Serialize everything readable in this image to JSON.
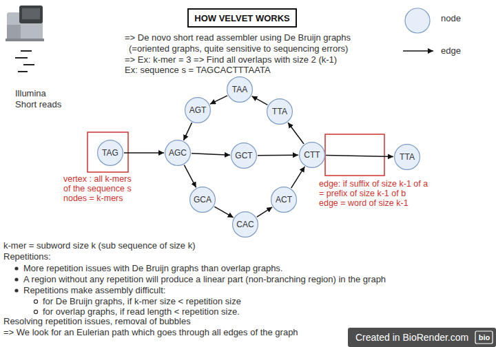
{
  "diagram": {
    "title": "HOW VELVET WORKS",
    "nodes": [
      {
        "text": [
          "TAA"
        ]
      },
      {
        "text": [
          "AGT"
        ]
      },
      {
        "text": [
          "TTA"
        ]
      },
      {
        "text": [
          "TAG"
        ]
      },
      {
        "text": [
          "AGC"
        ]
      },
      {
        "text": [
          "GCT"
        ]
      },
      {
        "text": [
          "CTT"
        ]
      },
      {
        "text": [
          "TTA"
        ]
      },
      {
        "text": [
          "GCA"
        ]
      },
      {
        "text": [
          "ACT"
        ]
      },
      {
        "text": [
          "CAC"
        ]
      }
    ],
    "edges": [
      {
        "from": 3,
        "to": 4,
        "arrow": "to"
      },
      {
        "from": 4,
        "to": 5,
        "arrow": "to"
      },
      {
        "from": 5,
        "to": 6,
        "arrow": "to"
      },
      {
        "from": 6,
        "to": 7,
        "arrow": "to"
      },
      {
        "from": 4,
        "to": 8,
        "arrow": "to"
      },
      {
        "from": 8,
        "to": 10,
        "arrow": "to"
      },
      {
        "from": 10,
        "to": 9,
        "arrow": "to"
      },
      {
        "from": 9,
        "to": 6,
        "arrow": "to"
      },
      {
        "from": 6,
        "to": 2,
        "arrow": "to"
      },
      {
        "from": 2,
        "to": 0,
        "arrow": "to"
      },
      {
        "from": 0,
        "to": 1,
        "arrow": "to"
      },
      {
        "from": 1,
        "to": 4,
        "arrow": "to"
      }
    ],
    "labels": [
      "=> De novo short read assembler using De Bruijn graphs",
      "(=oriented graphs, quite sensitive to sequencing errors)",
      "=> Ex: k-mer = 3 => Find all overlaps with size 2 (k-1)",
      "Ex: sequence s = TAGCACTTTAATA",
      "Illumina Short reads",
      "vertex : all k-mers of the sequence s",
      "nodes = k-mers",
      "edge: if suffix of size k-1 of a = prefix of size k-1 of b",
      "edge = word of size k-1",
      "k-mer = subword size k (sub sequence of size k)",
      "Repetitions:",
      "More repetition issues with De Bruijn graphs than overlap graphs.",
      "A region without any repetition will produce a linear part (non-branching region) in the graph",
      "Repetitions make assembly difficult:",
      "for De Bruijn graphs, if k-mer size < repetition size",
      "for overlap graphs, if read length < repetition size.",
      "Resolving repetition issues, removal of bubbles",
      "=> We look for an Eulerian path which goes through all edges of the graph",
      "Created in BioRender.com",
      "bio"
    ],
    "legend": [
      {
        "text": "node"
      },
      {
        "text": "edge"
      }
    ]
  }
}
